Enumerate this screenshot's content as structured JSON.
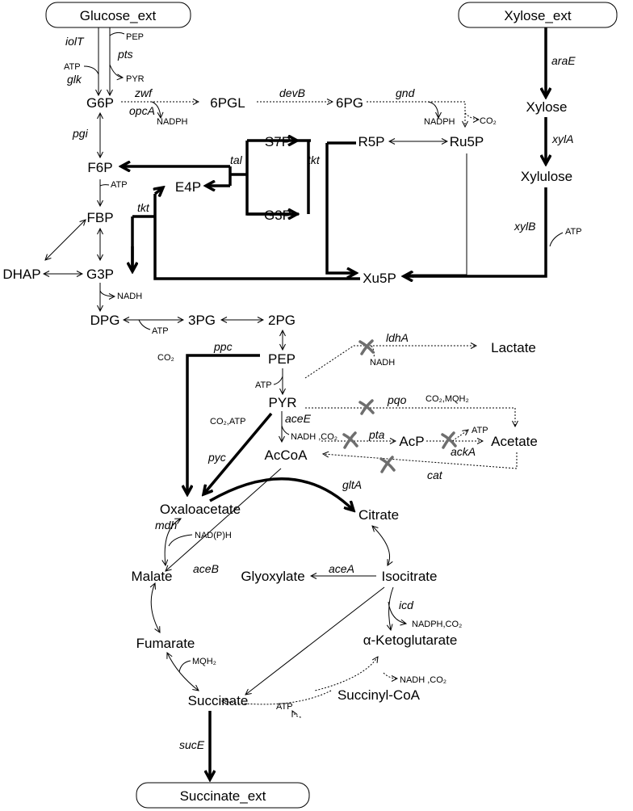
{
  "metabolites": {
    "glucose_ext": "Glucose_ext",
    "xylose_ext": "Xylose_ext",
    "g6p": "G6P",
    "pgl6": "6PGL",
    "pg6": "6PG",
    "xylose": "Xylose",
    "xylulose": "Xylulose",
    "s7p": "S7P",
    "r5p": "R5P",
    "ru5p": "Ru5P",
    "f6p": "F6P",
    "e4p": "E4P",
    "fbp": "FBP",
    "g3p_ppp": "G3P",
    "dhap": "DHAP",
    "g3p": "G3P",
    "xu5p": "Xu5P",
    "dpg": "DPG",
    "pg3": "3PG",
    "pg2": "2PG",
    "pep": "PEP",
    "pyr": "PYR",
    "lactate": "Lactate",
    "acetate": "Acetate",
    "acp": "AcP",
    "accoa": "AcCoA",
    "oxaloacetate": "Oxaloacetate",
    "citrate": "Citrate",
    "malate": "Malate",
    "glyoxylate": "Glyoxylate",
    "isocitrate": "Isocitrate",
    "fumarate": "Fumarate",
    "akg": "α-Ketoglutarate",
    "succinate": "Succinate",
    "succinylcoa": "Succinyl-CoA",
    "succinate_ext": "Succinate_ext"
  },
  "enzymes": {
    "iolT": "iolT",
    "pts": "pts",
    "glk": "glk",
    "zwf": "zwf",
    "opcA": "opcA",
    "devB": "devB",
    "gnd": "gnd",
    "araE": "araE",
    "xylA": "xylA",
    "xylB": "xylB",
    "pgi": "pgi",
    "tal": "tal",
    "tkt1": "tkt",
    "tkt2": "tkt",
    "ldhA": "ldhA",
    "pqo": "pqo",
    "pta": "pta",
    "ackA": "ackA",
    "cat": "cat",
    "ppc": "ppc",
    "aceE": "aceE",
    "pyc": "pyc",
    "gltA": "gltA",
    "mdh": "mdh",
    "aceB": "aceB",
    "aceA": "aceA",
    "icd": "icd",
    "sucE": "sucE"
  },
  "cofactors": {
    "pep": "PEP",
    "atp_glk": "ATP",
    "pyr": "PYR",
    "nadph_zwf": "NADPH",
    "nadph_gnd": "NADPH",
    "co2_gnd": "CO₂",
    "atp_pfk": "ATP",
    "atp_xylb": "ATP",
    "nadh_gap": "NADH",
    "atp_pgk": "ATP",
    "nadh_ldh": "NADH",
    "co2_mqh2": "CO₂,MQH₂",
    "co2_ppc": "CO₂",
    "atp_pyk": "ATP",
    "co2_atp": "CO₂,ATP",
    "nadh_co2_pdh": "NADH ,CO₂",
    "atp_ack": "ATP",
    "nadph_mdh": "NAD(P)H",
    "nadph_co2_icd": "NADPH,CO₂",
    "mqh2": "MQH₂",
    "nadh_co2_kgd": "NADH ,CO₂",
    "atp_suc": "ATP"
  },
  "knockout_color": "#6e6e6e",
  "arrow_color": "#000000"
}
